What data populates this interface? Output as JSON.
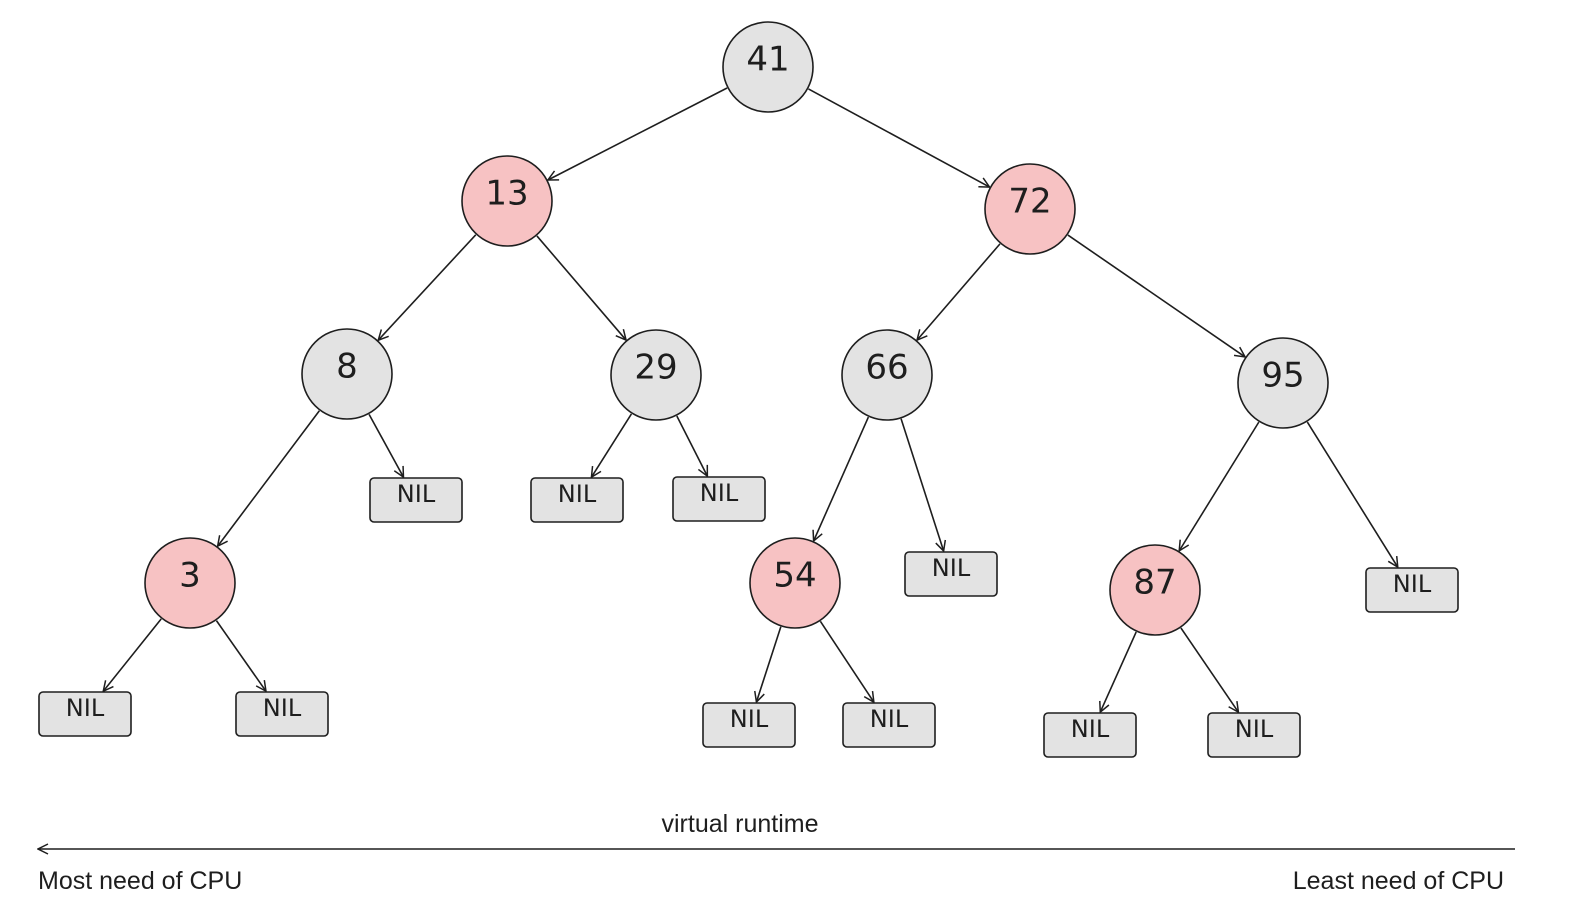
{
  "colors": {
    "black_node_fill": "#e3e3e3",
    "red_node_fill": "#f7c2c3",
    "nil_fill": "#e3e3e3",
    "stroke": "#1e1e1e"
  },
  "tree": {
    "nodes": [
      {
        "id": "n41",
        "label": "41",
        "color": "black"
      },
      {
        "id": "n13",
        "label": "13",
        "color": "red"
      },
      {
        "id": "n72",
        "label": "72",
        "color": "red"
      },
      {
        "id": "n8",
        "label": "8",
        "color": "black"
      },
      {
        "id": "n29",
        "label": "29",
        "color": "black"
      },
      {
        "id": "n66",
        "label": "66",
        "color": "black"
      },
      {
        "id": "n95",
        "label": "95",
        "color": "black"
      },
      {
        "id": "n3",
        "label": "3",
        "color": "red"
      },
      {
        "id": "n54",
        "label": "54",
        "color": "red"
      },
      {
        "id": "n87",
        "label": "87",
        "color": "red"
      },
      {
        "id": "nil1",
        "label": "NIL",
        "color": "nil"
      },
      {
        "id": "nil2",
        "label": "NIL",
        "color": "nil"
      },
      {
        "id": "nil3",
        "label": "NIL",
        "color": "nil"
      },
      {
        "id": "nil4",
        "label": "NIL",
        "color": "nil"
      },
      {
        "id": "nil5",
        "label": "NIL",
        "color": "nil"
      },
      {
        "id": "nil6",
        "label": "NIL",
        "color": "nil"
      },
      {
        "id": "nil7",
        "label": "NIL",
        "color": "nil"
      },
      {
        "id": "nil8",
        "label": "NIL",
        "color": "nil"
      },
      {
        "id": "nil9",
        "label": "NIL",
        "color": "nil"
      },
      {
        "id": "nil10",
        "label": "NIL",
        "color": "nil"
      },
      {
        "id": "nil11",
        "label": "NIL",
        "color": "nil"
      }
    ],
    "edges": [
      [
        "n41",
        "n13"
      ],
      [
        "n41",
        "n72"
      ],
      [
        "n13",
        "n8"
      ],
      [
        "n13",
        "n29"
      ],
      [
        "n72",
        "n66"
      ],
      [
        "n72",
        "n95"
      ],
      [
        "n8",
        "n3"
      ],
      [
        "n8",
        "nil1"
      ],
      [
        "n29",
        "nil2"
      ],
      [
        "n29",
        "nil3"
      ],
      [
        "n66",
        "n54"
      ],
      [
        "n66",
        "nil4"
      ],
      [
        "n95",
        "n87"
      ],
      [
        "n95",
        "nil5"
      ],
      [
        "n3",
        "nil6"
      ],
      [
        "n3",
        "nil7"
      ],
      [
        "n54",
        "nil8"
      ],
      [
        "n54",
        "nil9"
      ],
      [
        "n87",
        "nil10"
      ],
      [
        "n87",
        "nil11"
      ]
    ]
  },
  "axis": {
    "title": "virtual runtime",
    "left_label": "Most need of CPU",
    "right_label": "Least need of CPU",
    "arrow_direction": "left"
  }
}
